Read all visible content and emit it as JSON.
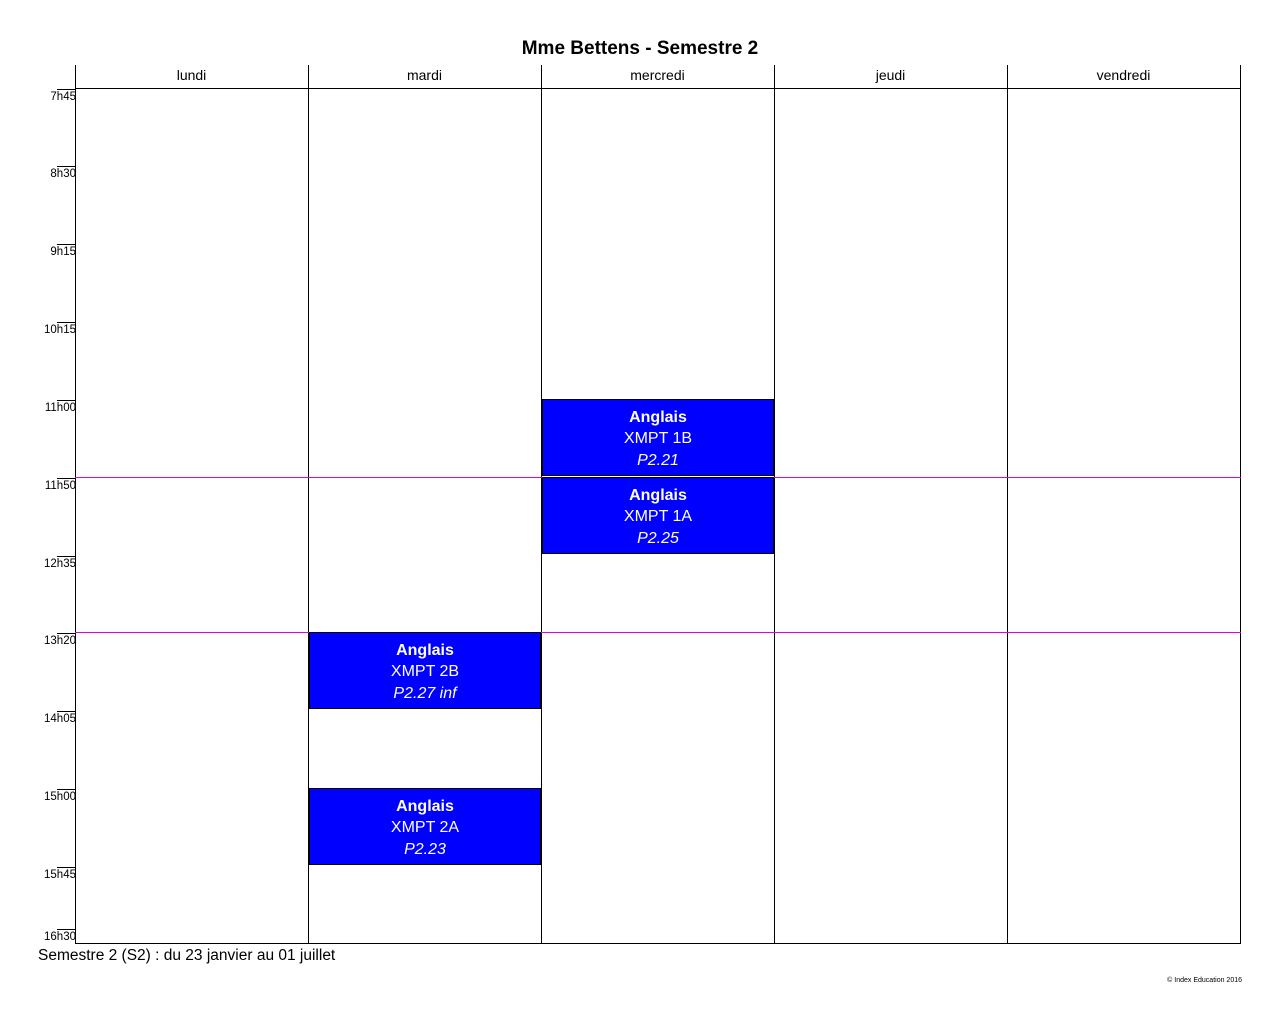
{
  "title": "Mme Bettens - Semestre 2",
  "days": [
    "lundi",
    "mardi",
    "mercredi",
    "jeudi",
    "vendredi"
  ],
  "times": [
    "7h45",
    "8h30",
    "9h15",
    "10h15",
    "11h00",
    "11h50",
    "12h35",
    "13h20",
    "14h05",
    "15h00",
    "15h45",
    "16h30"
  ],
  "events": [
    {
      "subject": "Anglais",
      "group": "XMPT 1B",
      "room": "P2.21"
    },
    {
      "subject": "Anglais",
      "group": "XMPT 1A",
      "room": "P2.25"
    },
    {
      "subject": "Anglais",
      "group": "XMPT 2B",
      "room": "P2.27 inf"
    },
    {
      "subject": "Anglais",
      "group": "XMPT 2A",
      "room": "P2.23"
    }
  ],
  "footer": "Semestre 2 (S2) : du 23 janvier au 01 juillet",
  "copyright": "© Index Education 2016",
  "colors": {
    "event_bg": "#0000ff",
    "break_line": "#e000e0"
  }
}
